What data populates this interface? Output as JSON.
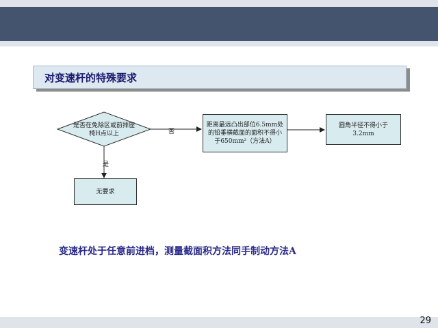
{
  "title": "对变速杆的特殊要求",
  "flow": {
    "decision": "是否在免除区或前排座椅H点以上",
    "no_label": "否",
    "yes_label": "是",
    "box_requirement": "距离最远凸出部位6.5mm处的铅垂横截面的面积不得小于650mm²（方法A）",
    "box_radius": "圆角半径不得小于3.2mm",
    "box_none": "无要求"
  },
  "note": "变速杆处于任意前进档，测量截面积方法同手制动方法A",
  "page_number": "29",
  "colors": {
    "header_band": "#44546f",
    "box_fill": "#d8ebef",
    "title_text": "#1a1a6e",
    "note_text": "#2a2a8a"
  }
}
